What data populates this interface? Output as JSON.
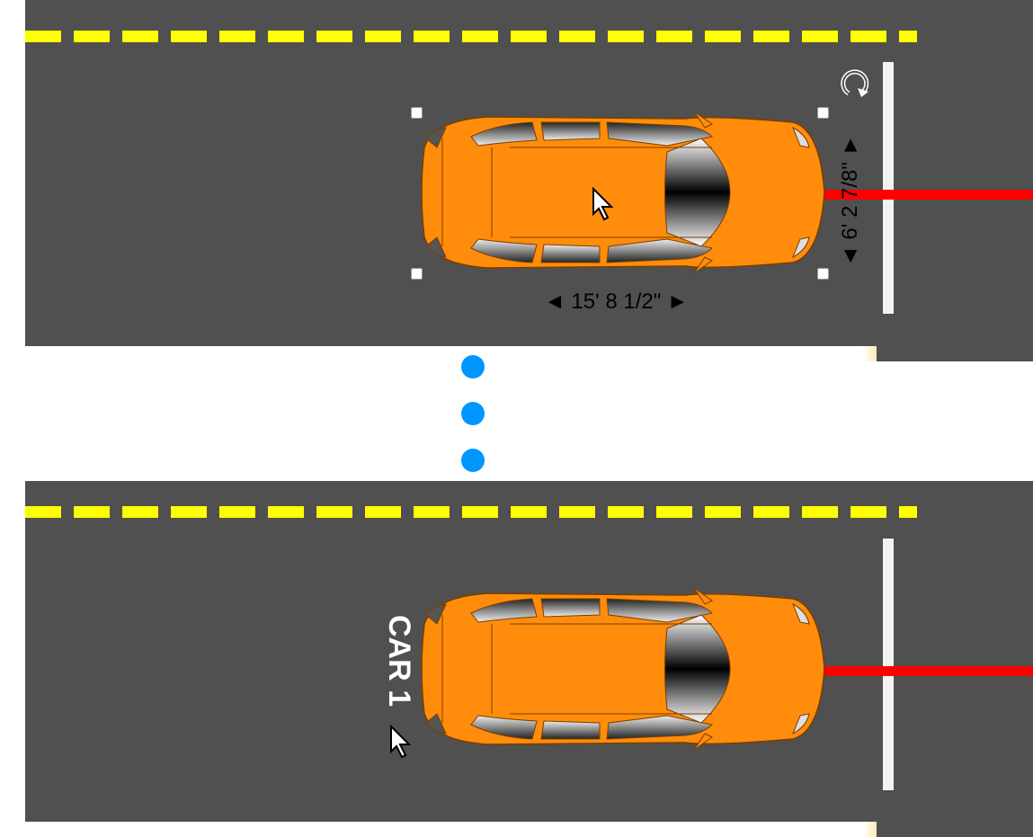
{
  "scene_top": {
    "length_dimension": "◄ 15' 8 1/2\" ►",
    "width_dimension": "◄ 6' 2 7/8\" ►",
    "rotate_icon": "rotate-icon",
    "selected": true
  },
  "scene_bottom": {
    "car_label": "CAR 1"
  },
  "colors": {
    "road": "#505050",
    "lane_dash": "#ffff00",
    "car_body": "#ff8c0a",
    "red_line": "#ff0000",
    "dots": "#0096ff"
  }
}
